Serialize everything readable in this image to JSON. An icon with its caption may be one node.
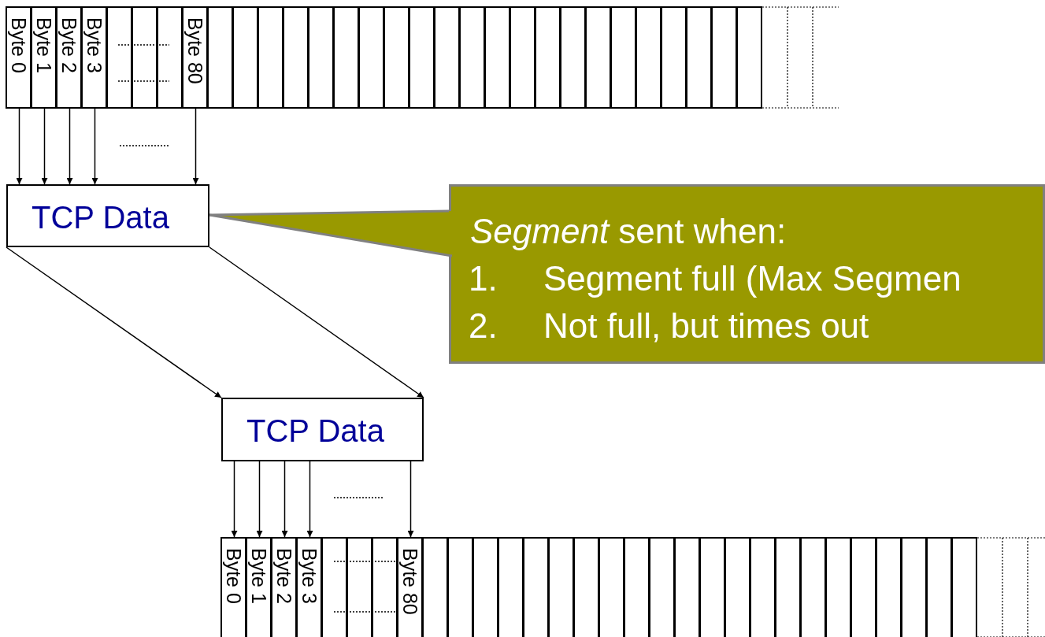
{
  "diagram": {
    "nodes": [
      {
        "text": [
          "Byte 0"
        ]
      },
      {
        "text": [
          "Byte 1"
        ]
      },
      {
        "text": [
          "Byte 2"
        ]
      },
      {
        "text": [
          "Byte 3"
        ]
      },
      {
        "text": [],
        "shape": "box"
      },
      {
        "text": [],
        "shape": "box"
      },
      {
        "text": [],
        "shape": "box"
      },
      {
        "text": [
          "Byte 80"
        ]
      },
      {
        "text": [],
        "shape": "box"
      },
      {
        "text": [],
        "shape": "box"
      },
      {
        "text": [],
        "shape": "box"
      },
      {
        "text": [],
        "shape": "box"
      },
      {
        "text": [],
        "shape": "box"
      },
      {
        "text": [],
        "shape": "box"
      },
      {
        "text": [],
        "shape": "box"
      },
      {
        "text": [],
        "shape": "box"
      },
      {
        "text": [],
        "shape": "box"
      },
      {
        "text": [],
        "shape": "box"
      },
      {
        "text": [],
        "shape": "box"
      },
      {
        "text": [],
        "shape": "box"
      },
      {
        "text": [],
        "shape": "box"
      },
      {
        "text": [],
        "shape": "box"
      },
      {
        "text": [],
        "shape": "box"
      },
      {
        "text": [],
        "shape": "box"
      },
      {
        "text": [],
        "shape": "box"
      },
      {
        "text": [],
        "shape": "box"
      },
      {
        "text": [],
        "shape": "box"
      },
      {
        "text": [],
        "shape": "box"
      },
      {
        "text": [],
        "shape": "box"
      },
      {
        "text": [],
        "shape": "box"
      },
      {
        "text": [
          "TCP Data"
        ]
      },
      {
        "text": [
          "*Segment* sent when:",
          "1.",
          "Segment full (Max Segmen",
          "2.",
          "Not full, but times out"
        ]
      },
      {
        "text": [
          "TCP Data"
        ]
      },
      {
        "text": [
          "Byte 0"
        ]
      },
      {
        "text": [
          "Byte 1"
        ]
      },
      {
        "text": [
          "Byte 2"
        ]
      },
      {
        "text": [
          "Byte 3"
        ]
      },
      {
        "text": [],
        "shape": "box"
      },
      {
        "text": [],
        "shape": "box"
      },
      {
        "text": [],
        "shape": "box"
      },
      {
        "text": [
          "Byte 80"
        ]
      },
      {
        "text": [],
        "shape": "box"
      },
      {
        "text": [],
        "shape": "box"
      },
      {
        "text": [],
        "shape": "box"
      },
      {
        "text": [],
        "shape": "box"
      },
      {
        "text": [],
        "shape": "box"
      },
      {
        "text": [],
        "shape": "box"
      },
      {
        "text": [],
        "shape": "box"
      },
      {
        "text": [],
        "shape": "box"
      },
      {
        "text": [],
        "shape": "box"
      },
      {
        "text": [],
        "shape": "box"
      },
      {
        "text": [],
        "shape": "box"
      },
      {
        "text": [],
        "shape": "box"
      },
      {
        "text": [],
        "shape": "box"
      },
      {
        "text": [],
        "shape": "box"
      },
      {
        "text": [],
        "shape": "box"
      },
      {
        "text": [],
        "shape": "box"
      },
      {
        "text": [],
        "shape": "box"
      },
      {
        "text": [],
        "shape": "box"
      },
      {
        "text": [],
        "shape": "box"
      },
      {
        "text": [],
        "shape": "box"
      },
      {
        "text": [],
        "shape": "box"
      },
      {
        "text": [],
        "shape": "box"
      }
    ],
    "edges": [
      {
        "from": 0,
        "to": 30,
        "arrow": "to"
      },
      {
        "from": 1,
        "to": 30,
        "arrow": "to"
      },
      {
        "from": 2,
        "to": 30,
        "arrow": "to"
      },
      {
        "from": 3,
        "to": 30,
        "arrow": "to"
      },
      {
        "from": 7,
        "to": 30,
        "arrow": "to"
      },
      {
        "from": 31,
        "to": 30,
        "arrow": "none",
        "color": "#808080"
      },
      {
        "from": 30,
        "to": 32,
        "arrow": "to"
      },
      {
        "from": 30,
        "to": 32,
        "arrow": "to"
      },
      {
        "from": 32,
        "to": 33,
        "arrow": "to"
      },
      {
        "from": 32,
        "to": 34,
        "arrow": "to"
      },
      {
        "from": 32,
        "to": 35,
        "arrow": "to"
      },
      {
        "from": 32,
        "to": 36,
        "arrow": "to"
      },
      {
        "from": 32,
        "to": 40,
        "arrow": "to"
      }
    ]
  }
}
